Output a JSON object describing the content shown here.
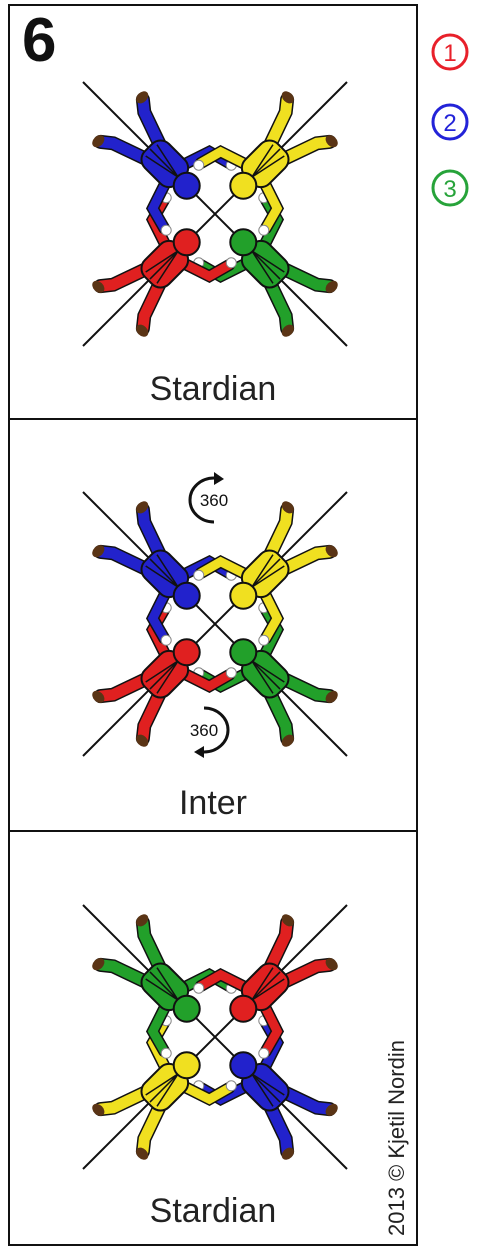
{
  "header": {
    "step_number": "6"
  },
  "legend": [
    {
      "id": "1",
      "glyph": "①",
      "color": "#e8202a"
    },
    {
      "id": "2",
      "glyph": "②",
      "color": "#2323d8"
    },
    {
      "id": "3",
      "glyph": "③",
      "color": "#27a33a"
    }
  ],
  "panels": [
    {
      "caption": "Stardian"
    },
    {
      "caption": "Inter",
      "rotation_top": "360",
      "rotation_bottom": "360"
    },
    {
      "caption": "Stardian"
    }
  ],
  "credit": "2013 © Kjetil Nordin",
  "colors": {
    "red": "#e02020",
    "blue": "#2222cc",
    "green": "#22a02a",
    "yellow": "#f0e020",
    "brown": "#5a3415",
    "line": "#111111"
  }
}
